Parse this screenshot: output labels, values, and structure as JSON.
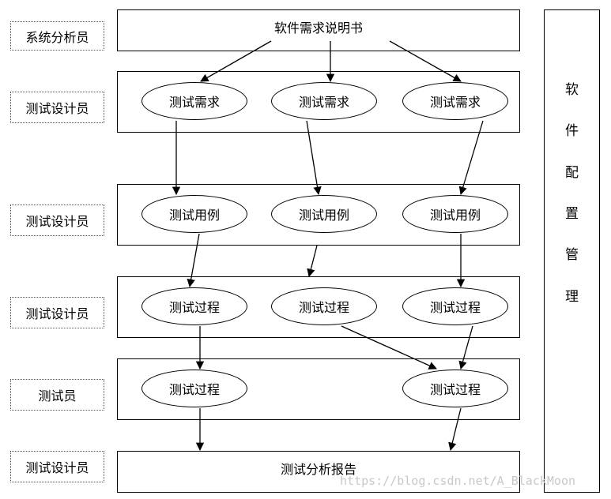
{
  "roles": [
    "系统分析员",
    "测试设计员",
    "测试设计员",
    "测试设计员",
    "测试员",
    "测试设计员"
  ],
  "spec": "软件需求说明书",
  "row_requirements": [
    "测试需求",
    "测试需求",
    "测试需求"
  ],
  "row_cases": [
    "测试用例",
    "测试用例",
    "测试用例"
  ],
  "row_procedures": [
    "测试过程",
    "测试过程",
    "测试过程"
  ],
  "row_execution": [
    "测试过程",
    "测试过程"
  ],
  "report": "测试分析报告",
  "config_mgmt": [
    "软",
    "件",
    "配",
    "置",
    "管",
    "理"
  ],
  "watermark": "https://blog.csdn.net/A_BlackMoon"
}
